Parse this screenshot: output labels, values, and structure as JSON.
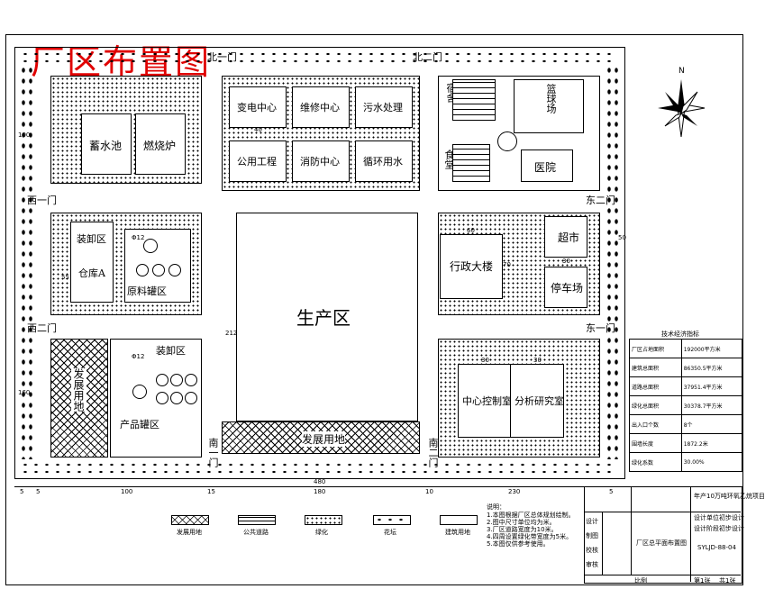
{
  "title": "厂区布置图",
  "gates": {
    "north1": "北一门",
    "north2": "北二门",
    "west1": "西一门",
    "west2": "西二门",
    "east1": "东一门",
    "east2": "东二门",
    "south1": "南一门",
    "south2": "南二门"
  },
  "north_label": "N",
  "buildings": {
    "reservoir": "蓄水池",
    "furnace": "燃烧炉",
    "substation": "变电中心",
    "maintenance": "维修中心",
    "sewage": "污水处理",
    "utilities": "公用工程",
    "fire": "消防中心",
    "recycle_water": "循环用水",
    "dorm": "宿舍",
    "basketball": "篮球场",
    "canteen": "食堂",
    "hospital": "医院",
    "loading1": "装卸区",
    "warehouse": "仓库A",
    "raw_tanks": "原料罐区",
    "production": "生产区",
    "admin": "行政大楼",
    "supermarket": "超市",
    "parking": "停车场",
    "dev_land_left": "发展用地",
    "loading2": "装卸区",
    "product_tanks": "产品罐区",
    "dev_land_bottom": "发展用地",
    "control": "中心控制室",
    "lab": "分析研究室"
  },
  "dimensions": {
    "d_left": "100",
    "d_mid1": "15",
    "d_main": "180",
    "d_mid2": "10",
    "d_right": "230",
    "d_total": "480",
    "d_s1": "5",
    "d_s2": "5",
    "d_s3": "5",
    "d_vertical": "212",
    "d_admin_w": "60",
    "d_admin_h": "70",
    "d_park": "30",
    "d_ctrl": "30",
    "d_lab": "30",
    "d_wh": "55",
    "d_r12": "Φ12",
    "d_r12b": "Φ12",
    "d_100": "100",
    "d_160": "160",
    "d_40": "40",
    "d_50": "50"
  },
  "legend": {
    "dev": "发展用地",
    "road": "公共道路",
    "green": "绿化",
    "bed": "花坛",
    "build": "建筑用地"
  },
  "notes": {
    "head": "说明：",
    "lines": [
      "1.本图根据厂区总体规划绘制。",
      "2.图中尺寸单位均为米。",
      "3.厂区道路宽度为10米。",
      "4.四周设置绿化带宽度为5米。",
      "5.本图仅供参考使用。"
    ]
  },
  "tech_table": {
    "head": "技术经济指标",
    "rows": [
      [
        "厂区占地面积",
        "192000平方米"
      ],
      [
        "建筑总面积",
        "86350.5平方米"
      ],
      [
        "道路总面积",
        "37951.4平方米"
      ],
      [
        "绿化总面积",
        "30378.7平方米"
      ],
      [
        "出入口个数",
        "8个"
      ],
      [
        "围墙长度",
        "1872.2米"
      ],
      [
        "绿化系数",
        "30.00%"
      ]
    ]
  },
  "titleblock": {
    "design": "设计",
    "draw": "制图",
    "check": "校核",
    "audit": "审核",
    "name": "厂区总平面布置图",
    "scale": "比例",
    "sheet": "第1张",
    "total": "共1张",
    "project": "年产10万吨环氧乙烷项目",
    "code": "SYLJD-88-04",
    "role1": "设计单位",
    "role2": "设计阶段",
    "val1": "初步设计",
    "val2": "初步设计"
  }
}
